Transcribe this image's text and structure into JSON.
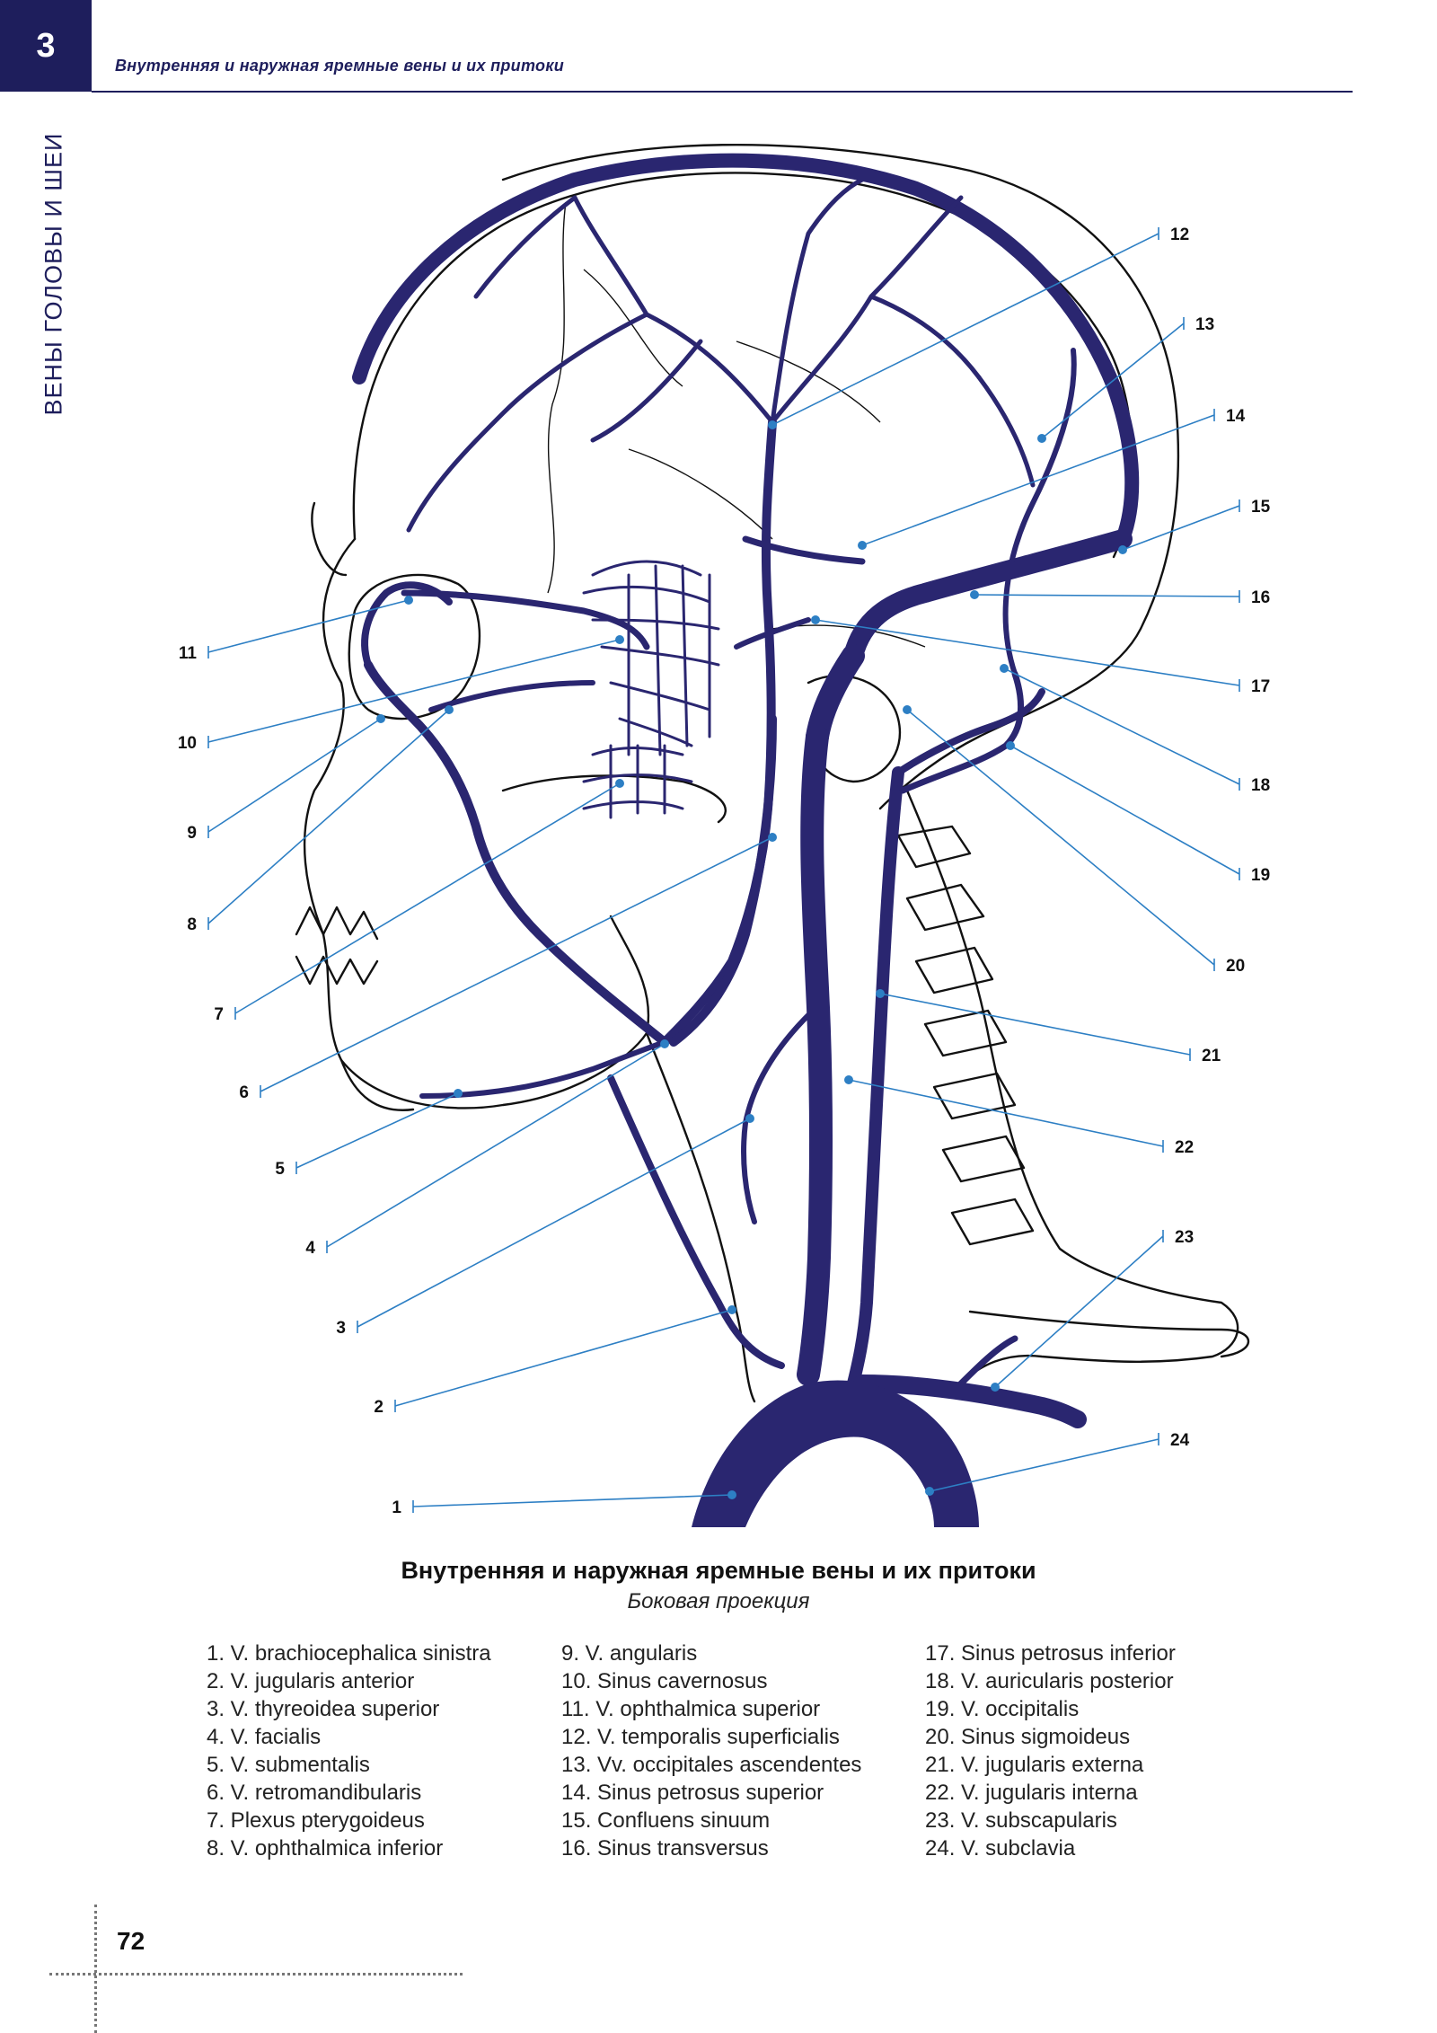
{
  "header": {
    "chapter_number": "3",
    "title": "Внутренняя и наружная яремные вены и их притоки",
    "side_label": "ВЕНЫ ГОЛОВЫ И ШЕИ"
  },
  "figure": {
    "title": "Внутренняя и наружная яремные вены и их притоки",
    "subtitle": "Боковая проекция",
    "callout_numbers": [
      "1",
      "2",
      "3",
      "4",
      "5",
      "6",
      "7",
      "8",
      "9",
      "10",
      "11",
      "12",
      "13",
      "14",
      "15",
      "16",
      "17",
      "18",
      "19",
      "20",
      "21",
      "22",
      "23",
      "24"
    ]
  },
  "legend": {
    "column_1": [
      "1. V. brachiocephalica sinistra",
      "2. V. jugularis anterior",
      "3. V. thyreoidea superior",
      "4. V. facialis",
      "5. V. submentalis",
      "6. V. retromandibularis",
      "7. Plexus pterygoideus",
      "8. V. ophthalmica inferior"
    ],
    "column_2": [
      "9. V. angularis",
      "10. Sinus cavernosus",
      "11. V. ophthalmica superior",
      "12. V. temporalis superficialis",
      "13. Vv. occipitales ascendentes",
      "14. Sinus petrosus superior",
      "15. Confluens sinuum",
      "16. Sinus transversus"
    ],
    "column_3": [
      "17. Sinus petrosus inferior",
      "18. V. auricularis posterior",
      "19. V. occipitalis",
      "20. Sinus sigmoideus",
      "21. V. jugularis externa",
      "22. V. jugularis interna",
      "23. V. subscapularis",
      "24. V. subclavia"
    ]
  },
  "page_number": "72",
  "colors": {
    "accent": "#1e1e5c",
    "vein": "#2a2670",
    "leader": "#2d7fc4"
  }
}
